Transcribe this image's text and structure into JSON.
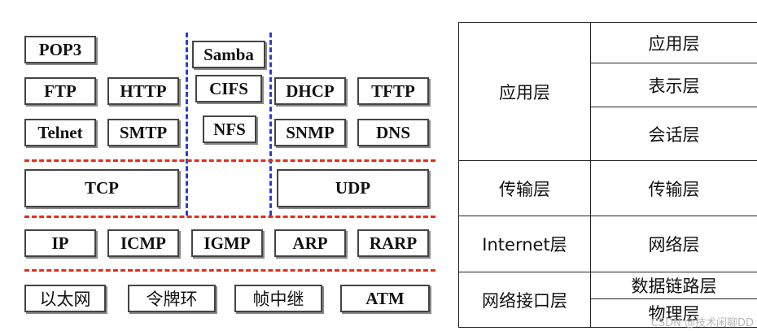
{
  "tcpip": {
    "app_row1": {
      "pop3": "POP3",
      "samba": "Samba"
    },
    "app_row2": {
      "ftp": "FTP",
      "http": "HTTP",
      "cifs": "CIFS",
      "dhcp": "DHCP",
      "tftp": "TFTP"
    },
    "app_row3": {
      "telnet": "Telnet",
      "smtp": "SMTP",
      "nfs": "NFS",
      "snmp": "SNMP",
      "dns": "DNS"
    },
    "transport": {
      "tcp": "TCP",
      "udp": "UDP"
    },
    "network": {
      "ip": "IP",
      "icmp": "ICMP",
      "igmp": "IGMP",
      "arp": "ARP",
      "rarp": "RARP"
    },
    "link": {
      "ethernet": "以太网",
      "token_ring": "令牌环",
      "frame_relay": "帧中继",
      "atm": "ATM"
    }
  },
  "table": {
    "tcpip_layers": {
      "application": "应用层",
      "transport": "传输层",
      "internet": "Internet层",
      "network_interface": "网络接口层"
    },
    "osi_layers": {
      "application": "应用层",
      "presentation": "表示层",
      "session": "会话层",
      "transport": "传输层",
      "network": "网络层",
      "data_link": "数据链路层",
      "physical": "物理层"
    }
  },
  "watermark": "CSDN @技术闲聊DD"
}
